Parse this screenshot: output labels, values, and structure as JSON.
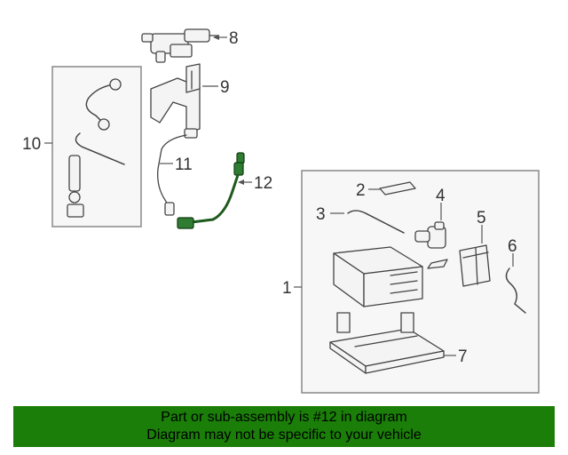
{
  "callouts": {
    "c1": "1",
    "c2": "2",
    "c3": "3",
    "c4": "4",
    "c5": "5",
    "c6": "6",
    "c7": "7",
    "c8": "8",
    "c9": "9",
    "c10": "10",
    "c11": "11",
    "c12": "12"
  },
  "banner": {
    "line1": "Part or sub-assembly is #12 in diagram",
    "line2": "Diagram may not be specific to your vehicle"
  },
  "colors": {
    "highlight": "#2e7d32",
    "banner": "#1a7e08"
  }
}
